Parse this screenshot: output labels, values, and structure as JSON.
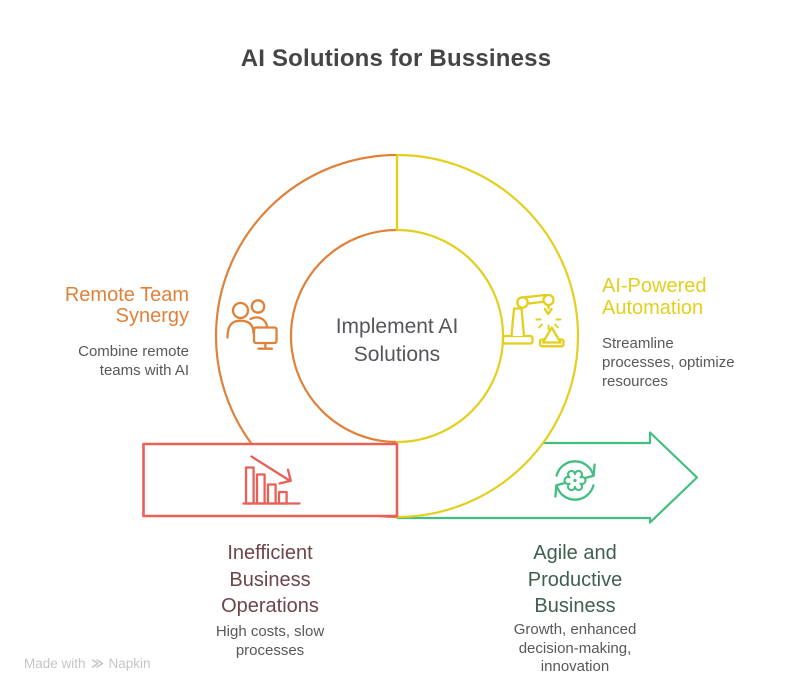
{
  "title": "AI Solutions for Bussiness",
  "center_label": "Implement AI\nSolutions",
  "colors": {
    "orange": "#E0813A",
    "yellow": "#E3CF1E",
    "red": "#E86058",
    "green": "#41BE80",
    "maroon": "#6E4549",
    "dark_green": "#3F604F",
    "text_gray": "#58585B",
    "title_gray": "#454545",
    "center_gray": "#55565A",
    "watermark_gray": "#C5C5C5"
  },
  "sections": {
    "remote_team": {
      "heading": "Remote Team\nSynergy",
      "description": "Combine remote\nteams with AI",
      "icon": "team-monitor-icon",
      "color": "#E0813A"
    },
    "automation": {
      "heading": "AI-Powered\nAutomation",
      "description": "Streamline\nprocesses, optimize\nresources",
      "icon": "robot-arm-icon",
      "color": "#E3CF1E"
    },
    "inefficient_ops": {
      "heading": "Inefficient\nBusiness\nOperations",
      "description": "High costs, slow\nprocesses",
      "icon": "declining-bar-chart-icon",
      "color": "#E86058",
      "heading_color": "#6E4549"
    },
    "agile_business": {
      "heading": "Agile and\nProductive\nBusiness",
      "description": "Growth, enhanced\ndecision-making,\ninnovation",
      "icon": "refresh-gear-icon",
      "color": "#41BE80",
      "heading_color": "#3F604F"
    }
  },
  "watermark": {
    "prefix": "Made with",
    "brand": "Napkin"
  }
}
